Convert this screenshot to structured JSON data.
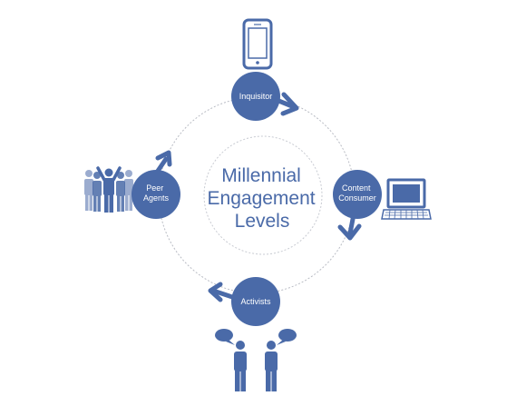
{
  "diagram": {
    "title_lines": [
      "Millennial",
      "Engagement",
      "Levels"
    ],
    "nodes": [
      {
        "id": "inquisitor",
        "lines": [
          "Inquisitor"
        ]
      },
      {
        "id": "content-consumer",
        "lines": [
          "Content",
          "Consumer"
        ]
      },
      {
        "id": "activists",
        "lines": [
          "Activists"
        ]
      },
      {
        "id": "peer-agents",
        "lines": [
          "Peer",
          "Agents"
        ]
      }
    ],
    "icons": {
      "inquisitor": "smartphone-icon",
      "content-consumer": "laptop-icon",
      "activists": "people-talking-icon",
      "peer-agents": "group-cheering-icon"
    },
    "colors": {
      "primary": "#4a6aa8",
      "ring": "#b9bcc4"
    }
  }
}
